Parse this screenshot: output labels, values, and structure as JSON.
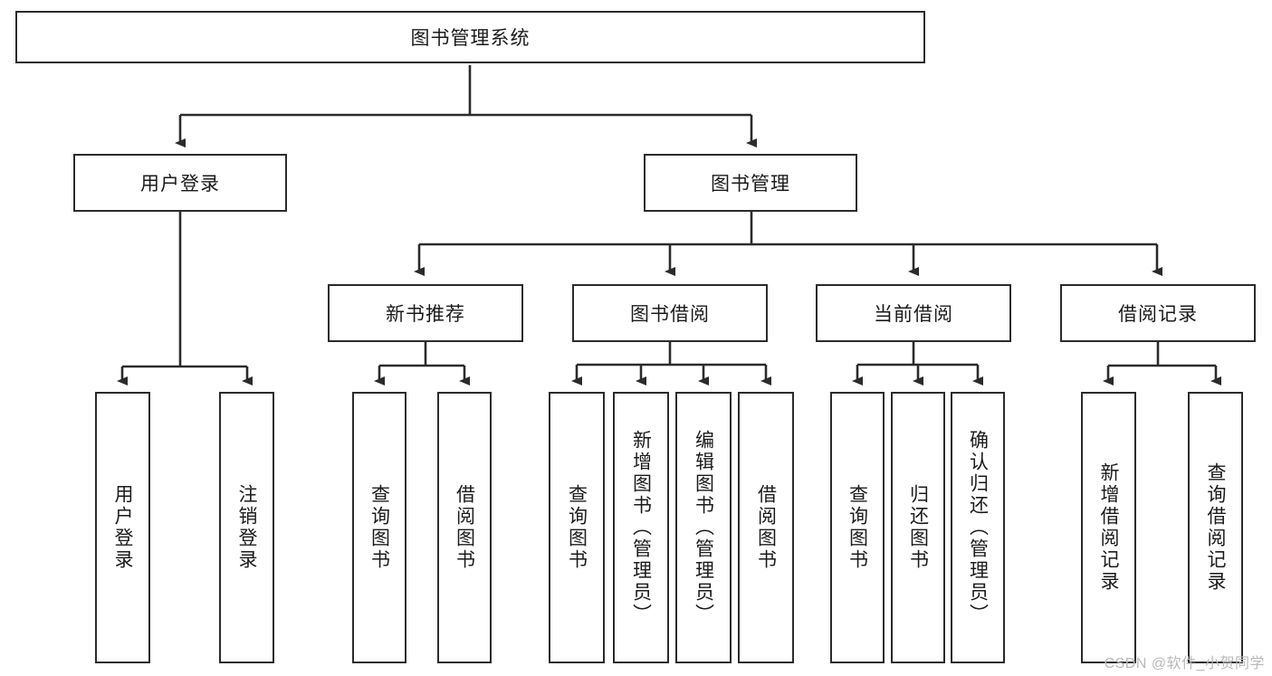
{
  "diagram": {
    "title": "图书管理系统",
    "type": "tree-hierarchy-diagram",
    "watermark": "CSDN @软件_小贺同学",
    "colors": {
      "box_border": "#2b2b2b",
      "box_fill": "#ffffff",
      "edge": "#2b2b2b",
      "text": "#1b1b1b",
      "watermark": "#b9b9b9"
    },
    "root": {
      "label": "图书管理系统"
    },
    "level1": [
      {
        "id": "user-login",
        "label": "用户登录"
      },
      {
        "id": "book-management",
        "label": "图书管理"
      }
    ],
    "level2": [
      {
        "id": "new-book-recommend",
        "label": "新书推荐",
        "parent": "book-management"
      },
      {
        "id": "book-borrow",
        "label": "图书借阅",
        "parent": "book-management"
      },
      {
        "id": "current-borrow",
        "label": "当前借阅",
        "parent": "book-management"
      },
      {
        "id": "borrow-record",
        "label": "借阅记录",
        "parent": "book-management"
      }
    ],
    "leaves": {
      "user_login": [
        {
          "id": "leaf-user-login",
          "label": "用户登录"
        },
        {
          "id": "leaf-logout-login",
          "label": "注销登录"
        }
      ],
      "new_book_recommend": [
        {
          "id": "leaf-query-book-1",
          "label": "查询图书"
        },
        {
          "id": "leaf-borrow-book-1",
          "label": "借阅图书"
        }
      ],
      "book_borrow": [
        {
          "id": "leaf-query-book-2",
          "label": "查询图书"
        },
        {
          "id": "leaf-add-book-admin",
          "label": "新增图书（管理员）"
        },
        {
          "id": "leaf-edit-book-admin",
          "label": "编辑图书（管理员）"
        },
        {
          "id": "leaf-borrow-book-2",
          "label": "借阅图书"
        }
      ],
      "current_borrow": [
        {
          "id": "leaf-query-book-3",
          "label": "查询图书"
        },
        {
          "id": "leaf-return-book",
          "label": "归还图书"
        },
        {
          "id": "leaf-confirm-return-admin",
          "label": "确认归还（管理员）"
        }
      ],
      "borrow_record": [
        {
          "id": "leaf-add-borrow-record",
          "label": "新增借阅记录"
        },
        {
          "id": "leaf-query-borrow-record",
          "label": "查询借阅记录"
        }
      ]
    }
  }
}
